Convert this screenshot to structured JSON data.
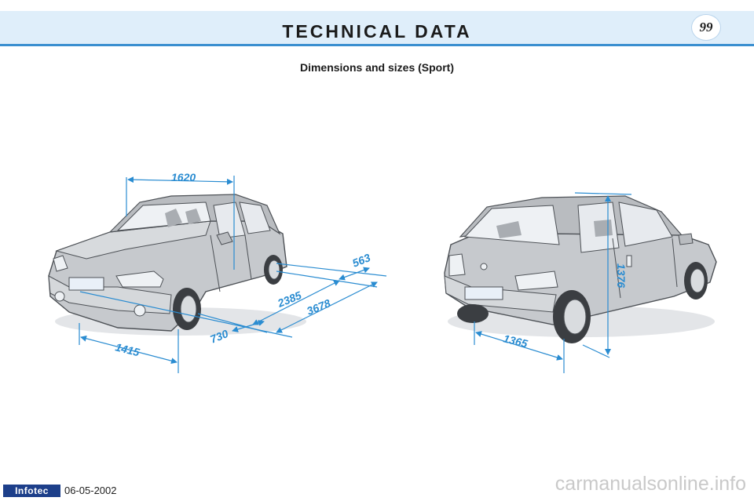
{
  "header": {
    "title": "TECHNICAL DATA",
    "page_number": "99"
  },
  "section": {
    "subtitle": "Dimensions and sizes (Sport)"
  },
  "front_view": {
    "dimensions": {
      "width_mirrors": "1620",
      "front_track": "1415",
      "front_overhang": "730",
      "wheelbase": "2385",
      "overall_length": "3678",
      "rear_overhang": "563"
    }
  },
  "rear_view": {
    "dimensions": {
      "height": "1376",
      "rear_track": "1365"
    }
  },
  "footer": {
    "brand": "Infotec",
    "date": "06-05-2002"
  },
  "watermark": "carmanualsonline.info",
  "colors": {
    "accent": "#2a8cd1",
    "header_band": "#dfeefa",
    "car_body": "#c8cbce"
  }
}
